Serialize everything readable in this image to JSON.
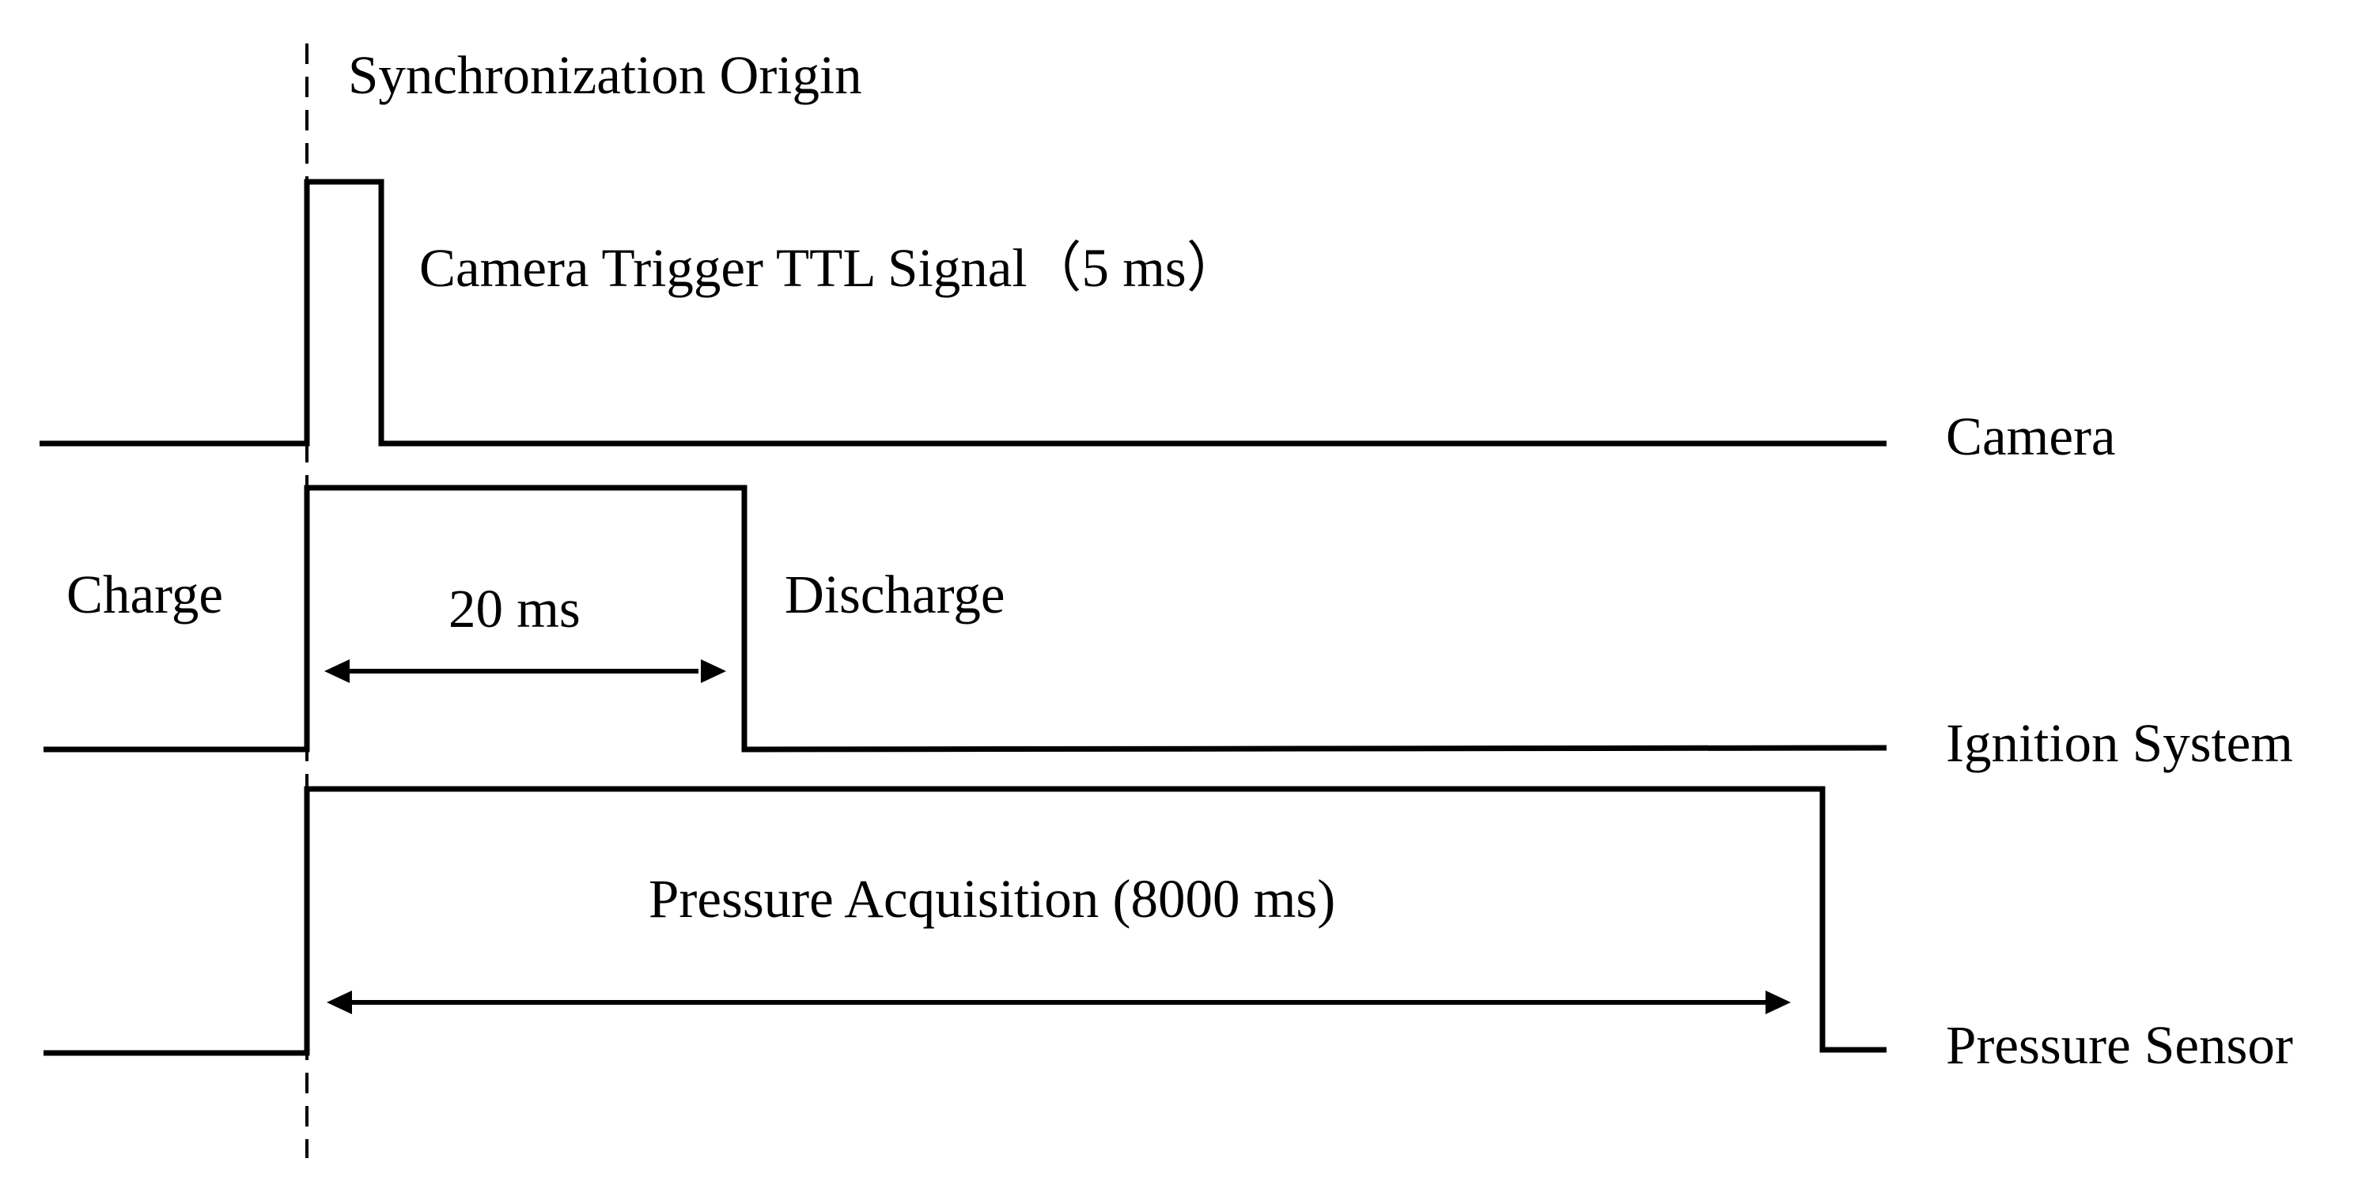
{
  "diagram": {
    "sync_origin_label": "Synchronization Origin",
    "camera_trigger_label": "Camera Trigger TTL Signal（5 ms）",
    "charge_label": "Charge",
    "discharge_label": "Discharge",
    "ignition_duration_label": "20 ms",
    "pressure_acquisition_label": "Pressure Acquisition (8000 ms)"
  },
  "signals": [
    {
      "name": "Camera",
      "pulse_ms": 5
    },
    {
      "name": "Ignition System",
      "pulse_ms": 20
    },
    {
      "name": "Pressure Sensor",
      "pulse_ms": 8000
    }
  ]
}
